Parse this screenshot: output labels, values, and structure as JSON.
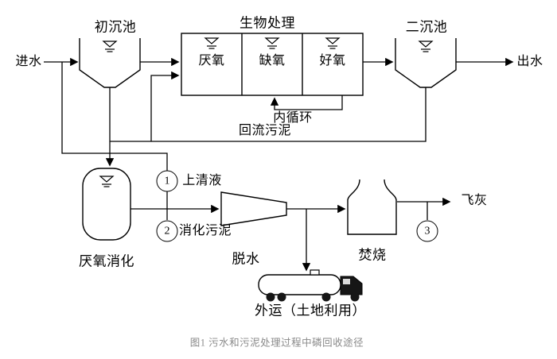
{
  "figure": {
    "caption": "图1 污水和污泥处理过程中磷回收途径"
  },
  "labels": {
    "influent": "进水",
    "primary_tank": "初沉池",
    "bio_treatment": "生物处理",
    "anaerobic": "厌氧",
    "anoxic": "缺氧",
    "aerobic": "好氧",
    "secondary_tank": "二沉池",
    "effluent": "出水",
    "internal_recycle": "内循环",
    "return_sludge": "回流污泥",
    "supernatant": "上清液",
    "digested_sludge": "消化污泥",
    "anaerobic_digestion": "厌氧消化",
    "dewatering": "脱水",
    "incineration": "焚烧",
    "fly_ash": "飞灰",
    "transport": "外运（土地利用）"
  },
  "recovery_points": {
    "p1": "1",
    "p2": "2",
    "p3": "3"
  },
  "colors": {
    "line": "#000000",
    "caption_text": "#8a8a8a",
    "background": "#ffffff"
  }
}
